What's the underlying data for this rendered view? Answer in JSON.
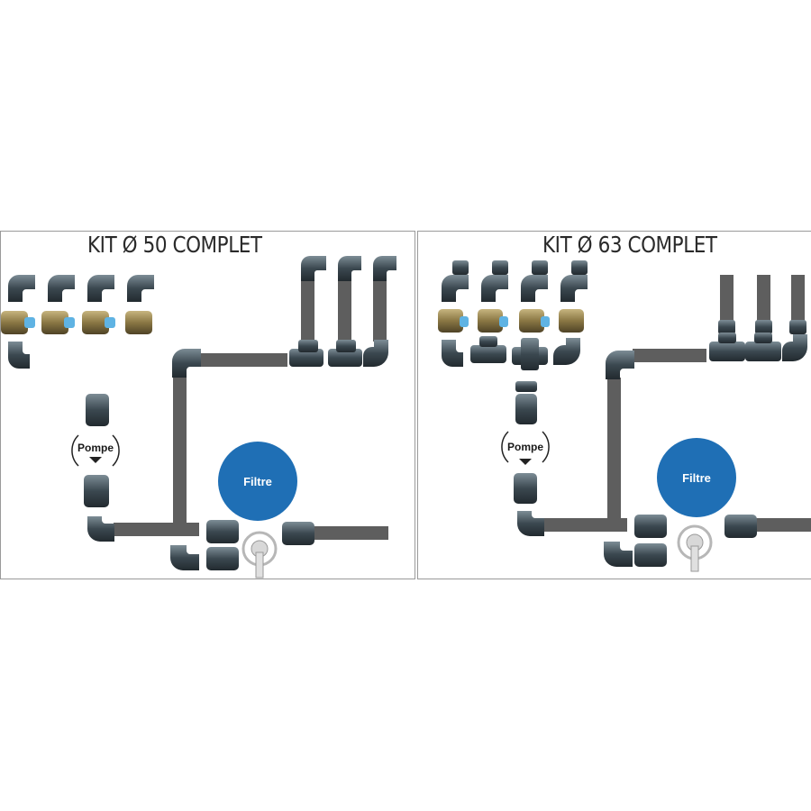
{
  "kits": [
    {
      "title": "KIT Ø 50 COMPLET",
      "pump_label": "Pompe",
      "filter_label": "Filtre"
    },
    {
      "title": "KIT Ø 63 COMPLET",
      "pump_label": "Pompe",
      "filter_label": "Filtre"
    }
  ],
  "colors": {
    "pipe": "#5e5e5e",
    "fitting": "#3b4850",
    "fitting_light": "#6f7f88",
    "valve_brass": "#9a8a5a",
    "valve_handle": "#5fb3e3",
    "filter": "#1f6fb5",
    "border": "#9a9a9a"
  }
}
